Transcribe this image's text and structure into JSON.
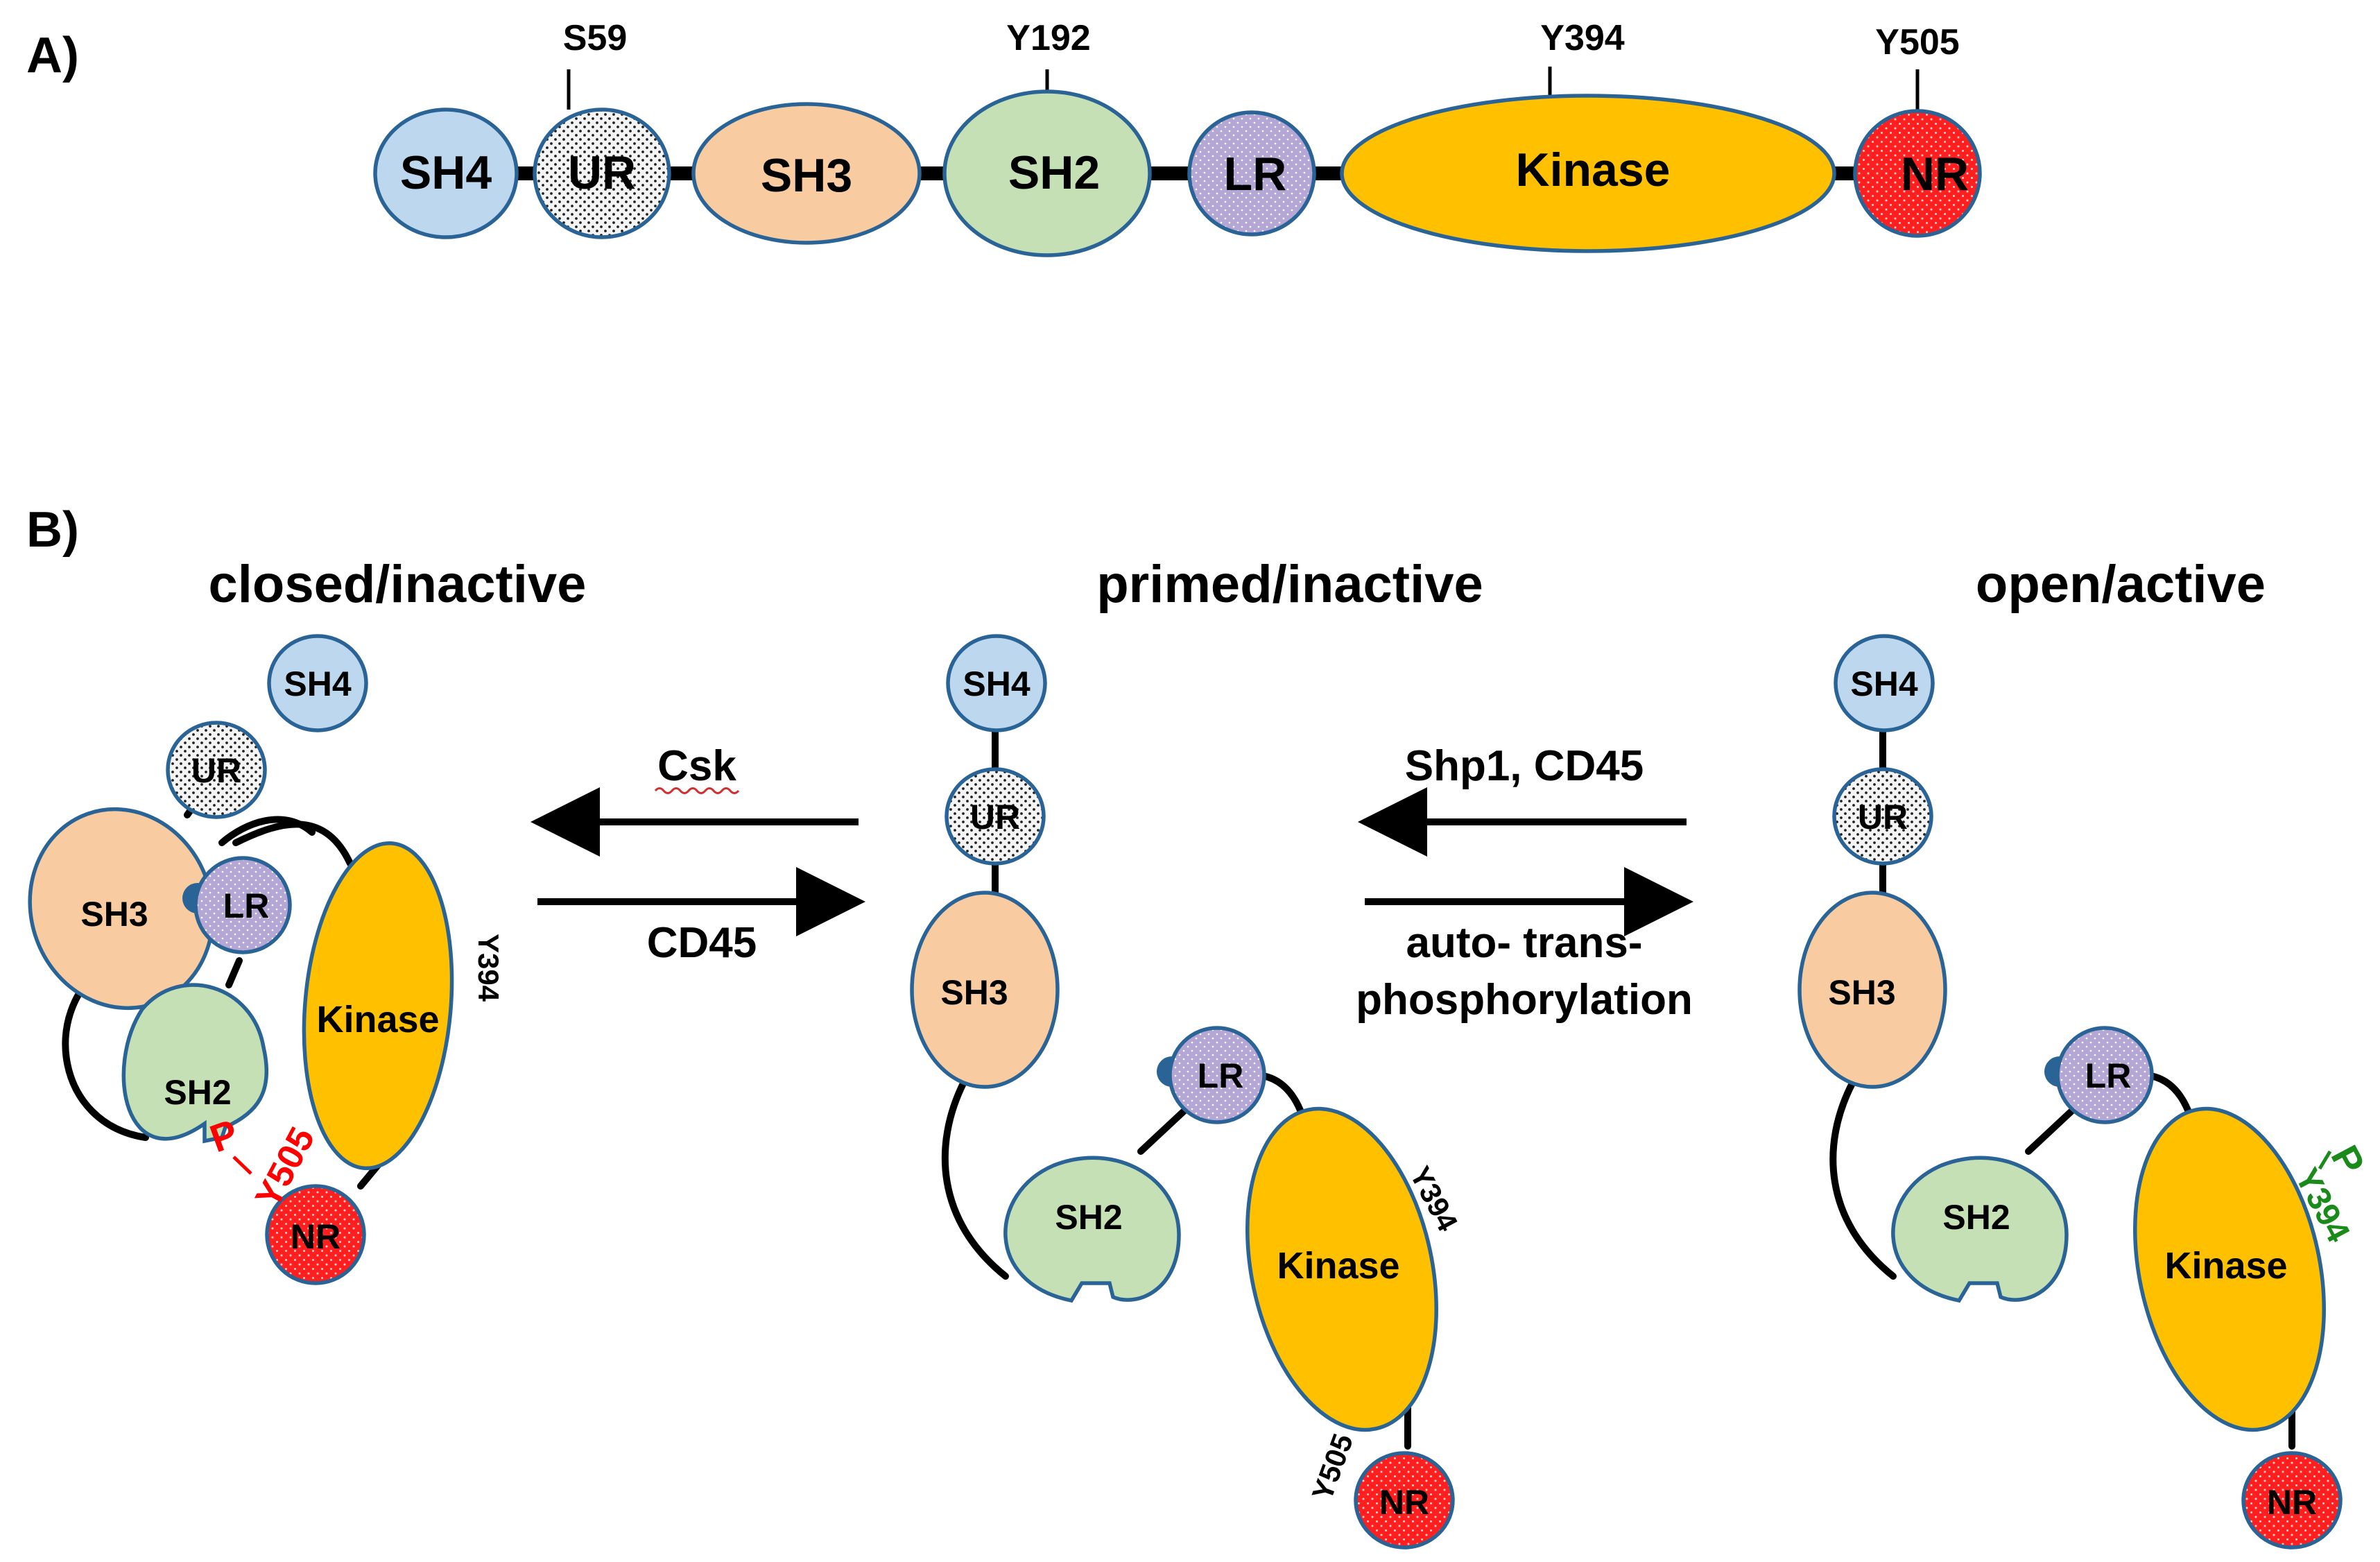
{
  "panel_labels": {
    "a": "A)",
    "b": "B)"
  },
  "domains": {
    "sh4": "SH4",
    "ur": "UR",
    "sh3": "SH3",
    "sh2": "SH2",
    "lr": "LR",
    "kinase": "Kinase",
    "nr": "NR"
  },
  "sites": {
    "s59": "S59",
    "y192": "Y192",
    "y394": "Y394",
    "y505": "Y505",
    "p": "P"
  },
  "states": {
    "closed": "closed/inactive",
    "primed": "primed/inactive",
    "open": "open/active"
  },
  "arrows": {
    "csk": "Csk",
    "cd45_forward": "CD45",
    "shp1_cd45": "Shp1, CD45",
    "auto_trans": "auto- trans-",
    "phosphorylation": "phosphorylation"
  },
  "colors": {
    "sh4": "#bdd7ee",
    "ur": "#f2f2f2",
    "sh3": "#f8cba0",
    "sh2": "#c5e0b4",
    "lr": "#b4a7d6",
    "kinase": "#ffc000",
    "nr": "#ff2a2a",
    "outline": "#2a6496",
    "phospho_red": "#ff0000",
    "phospho_green": "#1a8a1a"
  }
}
